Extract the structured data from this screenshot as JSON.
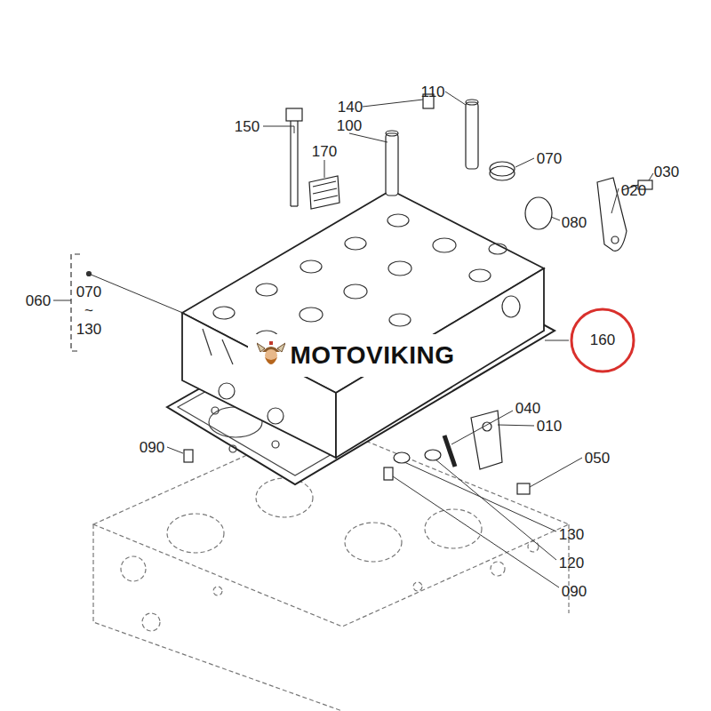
{
  "diagram": {
    "nodes": [
      {
        "text": [
          "MOTOVIKING"
        ]
      },
      {
        "text": [
          "160"
        ]
      }
    ],
    "labels": [
      "110",
      "150",
      "140",
      "100",
      "170",
      "070",
      "020",
      "030",
      "080",
      "060",
      "070",
      "~",
      "130",
      "040",
      "010",
      "090",
      "050",
      "130",
      "120",
      "090"
    ]
  }
}
